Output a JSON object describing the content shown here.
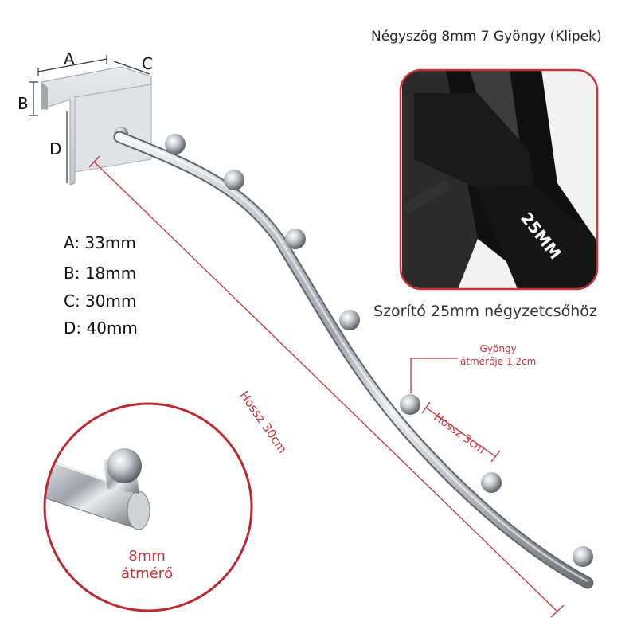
{
  "title": "Négyszög 8mm 7 Gyöngy (Klipek)",
  "dimension_letters": {
    "a": "A",
    "b": "B",
    "c": "C",
    "d": "D"
  },
  "dimensions": {
    "a": "A: 33mm",
    "b": "B: 18mm",
    "c": "C: 30mm",
    "d": "D: 40mm"
  },
  "clamp_label": "Szorító 25mm négyzetcsőhöz",
  "tube_size_label": "25MM",
  "bead_label_line1": "Gyöngy",
  "bead_label_line2": "átmérője 1,2cm",
  "length_label": "Hossz 30cm",
  "spacing_label": "Hossz 3cm",
  "diameter_line1": "8mm",
  "diameter_line2": "átmérő",
  "colors": {
    "accent": "#c6333a",
    "metal": "#b8bcc2",
    "black": "#111111"
  }
}
